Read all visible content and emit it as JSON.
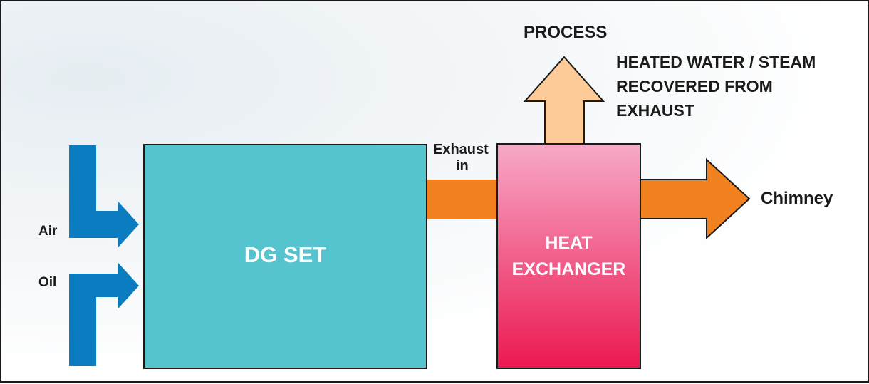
{
  "labels": {
    "process": "PROCESS",
    "recovered_line1": "HEATED WATER / STEAM",
    "recovered_line2": "RECOVERED FROM",
    "recovered_line3": "EXHAUST",
    "exhaust_line1": "Exhaust",
    "exhaust_line2": "in",
    "chimney": "Chimney",
    "air": "Air",
    "oil": "Oil",
    "dg_set": "DG SET",
    "heat_line1": "HEAT",
    "heat_line2": "EXCHANGER"
  },
  "colors": {
    "dg_set": "#55c4cf",
    "input_arrow": "#0a7cbf",
    "exhaust_arrow": "#f28220",
    "process_arrow": "#fccb98",
    "heat_top": "#f7a9c8",
    "heat_bottom": "#ec1850",
    "outline": "#1a1a1a"
  }
}
